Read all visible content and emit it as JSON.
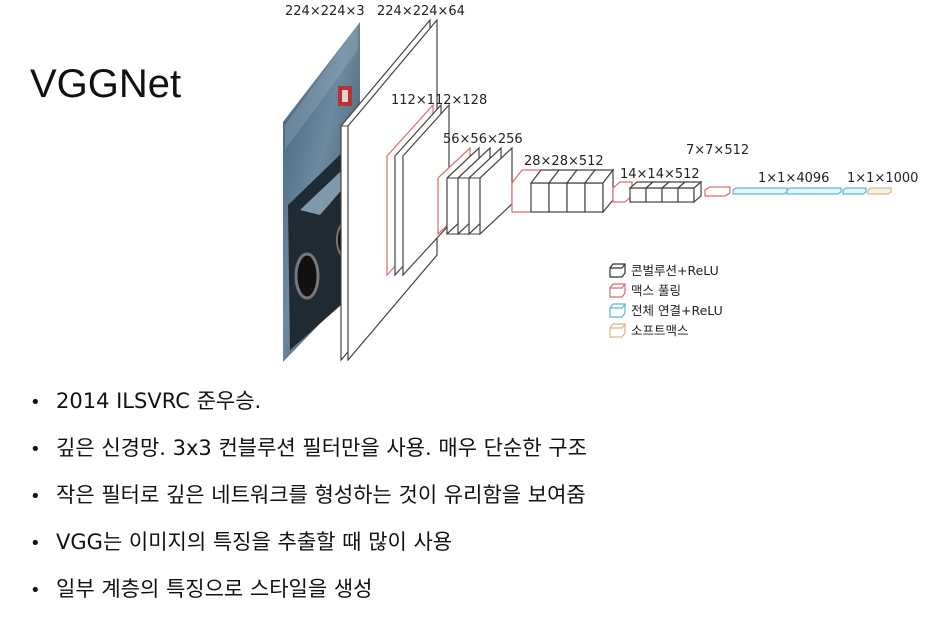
{
  "title": "VGGNet",
  "diagram": {
    "dimensions": [
      "224×224×3",
      "224×224×64",
      "112×112×128",
      "56×56×256",
      "28×28×512",
      "14×14×512",
      "7×7×512",
      "1×1×4096",
      "1×1×1000"
    ],
    "legend": [
      {
        "label": "콘벌루션+ReLU",
        "color": "#333333"
      },
      {
        "label": "맥스 풀링",
        "color": "#e06a6a"
      },
      {
        "label": "전체 연결+ReLU",
        "color": "#5ab8d6"
      },
      {
        "label": "소프트맥스",
        "color": "#d9b48a"
      }
    ]
  },
  "bullets": [
    "2014 ILSVRC 준우승.",
    "깊은 신경망. 3x3 컨블루션 필터만을 사용. 매우 단순한 구조",
    "작은 필터로 깊은 네트워크를 형성하는 것이 유리함을 보여줌",
    "VGG는 이미지의 특징을 추출할 때 많이 사용",
    "일부 계층의 특징으로 스타일을 생성"
  ]
}
